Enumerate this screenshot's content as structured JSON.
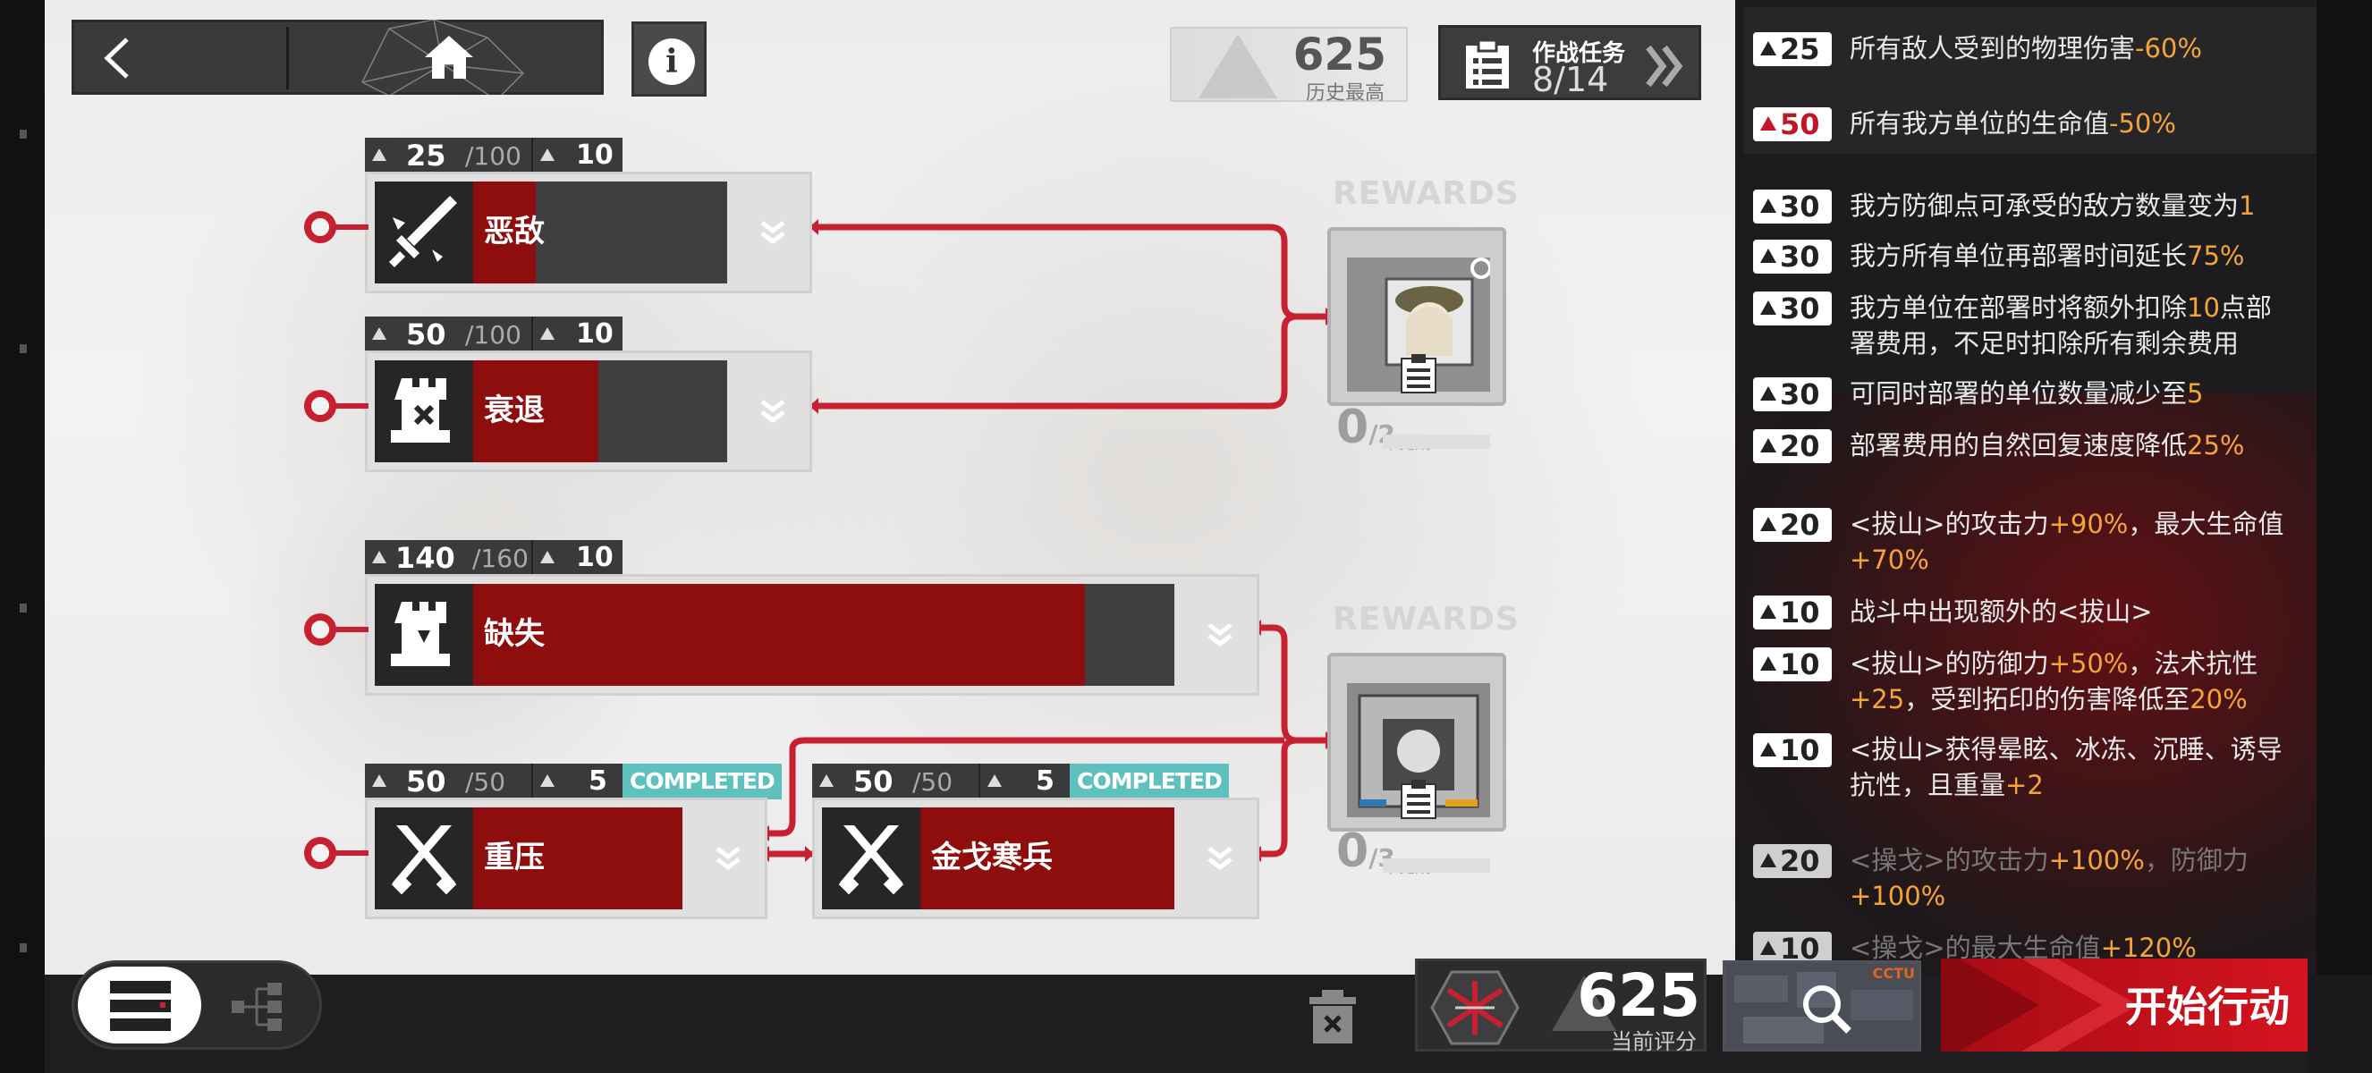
{
  "nav": {
    "back_icon": "chevron-left-icon",
    "home_icon": "home-icon",
    "info_label": "i"
  },
  "header": {
    "best_score": "625",
    "best_score_label": "历史最高",
    "tasks_title": "作战任务",
    "tasks_progress": "8/14"
  },
  "rows": [
    {
      "value": "25",
      "max": "/100",
      "bonus": "10",
      "name": "恶敌",
      "icon": "sword-icon",
      "fill": 0.25,
      "completed": false
    },
    {
      "value": "50",
      "max": "/100",
      "bonus": "10",
      "name": "衰退",
      "icon": "tower-x-icon",
      "fill": 0.5,
      "completed": false
    },
    {
      "value": "140",
      "max": "/160",
      "bonus": "10",
      "name": "缺失",
      "icon": "tower-icon",
      "fill": 0.875,
      "completed": false
    },
    {
      "value": "50",
      "max": "/50",
      "bonus": "5",
      "name": "重压",
      "icon": "crossed-swords-icon",
      "fill": 1.0,
      "completed": true,
      "completed_label": "COMPLETED"
    },
    {
      "value": "50",
      "max": "/50",
      "bonus": "5",
      "name": "金戈寒兵",
      "icon": "crossed-swords-icon",
      "fill": 1.0,
      "completed": true,
      "completed_label": "COMPLETED"
    }
  ],
  "rewards": [
    {
      "label": "REWARDS",
      "progress": "0",
      "total": "/2",
      "status": "未完成"
    },
    {
      "label": "REWARDS",
      "progress": "0",
      "total": "/3",
      "status": "未完成"
    }
  ],
  "bottom": {
    "current_score": "625",
    "current_score_label": "当前评分",
    "map_tag": "CCTU",
    "start_label": "开始行动"
  },
  "modifiers": [
    {
      "level": "25",
      "style": "white",
      "parts": [
        "所有敌人受到的物理伤害",
        "-60%"
      ]
    },
    {
      "level": "50",
      "style": "red",
      "parts": [
        "所有我方单位的生命值",
        "-50%"
      ]
    },
    {
      "level": "30",
      "style": "white",
      "parts": [
        "我方防御点可承受的敌方数量变为",
        "1"
      ]
    },
    {
      "level": "30",
      "style": "white",
      "parts": [
        "我方所有单位再部署时间延长",
        "75%"
      ]
    },
    {
      "level": "30",
      "style": "white",
      "parts": [
        "我方单位在部署时将额外扣除",
        "10",
        "点部署费用，不足时扣除所有剩余费用"
      ]
    },
    {
      "level": "30",
      "style": "white",
      "parts": [
        "可同时部署的单位数量减少至",
        "5"
      ]
    },
    {
      "level": "20",
      "style": "white",
      "parts": [
        "部署费用的自然回复速度降低",
        "25%"
      ]
    },
    {
      "level": "20",
      "style": "white",
      "parts": [
        "<拔山>的攻击力",
        "+90%",
        "，最大生命值",
        "+70%"
      ]
    },
    {
      "level": "10",
      "style": "white",
      "parts": [
        "战斗中出现额外的<拔山>"
      ]
    },
    {
      "level": "10",
      "style": "white",
      "parts": [
        "<拔山>的防御力",
        "+50%",
        "，法术抗性",
        "+25",
        "，受到拓印的伤害降低至",
        "20%"
      ]
    },
    {
      "level": "10",
      "style": "white",
      "parts": [
        "<拔山>获得晕眩、冰冻、沉睡、诱导抗性，且重量",
        "+2"
      ]
    },
    {
      "level": "20",
      "style": "grey",
      "parts": [
        "<操戈>的攻击力",
        "+100%",
        "，防御力",
        "+100%"
      ]
    },
    {
      "level": "10",
      "style": "grey",
      "parts": [
        "<操戈>的最大生命值",
        "+120%"
      ]
    }
  ]
}
